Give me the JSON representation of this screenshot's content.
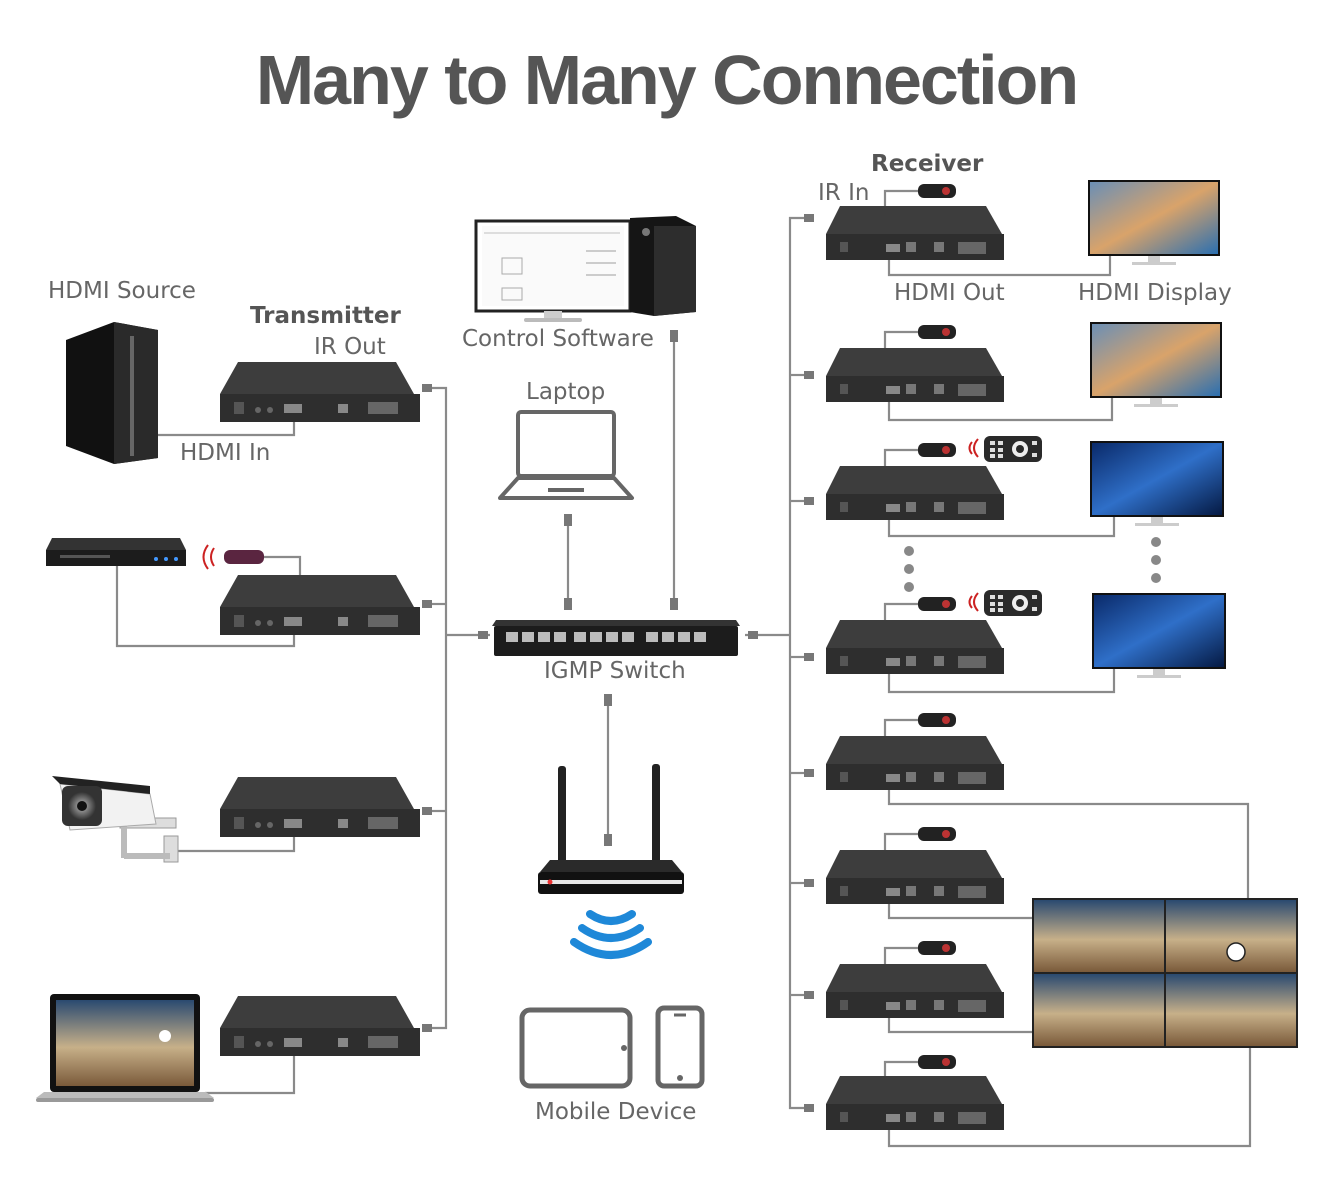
{
  "title": "Many to Many Connection",
  "labels": {
    "hdmi_source": "HDMI Source",
    "transmitter": "Transmitter",
    "ir_out": "IR Out",
    "hdmi_in": "HDMI In",
    "control_software": "Control Software",
    "laptop": "Laptop",
    "igmp_switch": "IGMP Switch",
    "mobile_device": "Mobile Device",
    "receiver": "Receiver",
    "ir_in": "IR In",
    "hdmi_out": "HDMI Out",
    "hdmi_display": "HDMI Display"
  },
  "colors": {
    "title": "#555555",
    "wire": "#8a8a8a",
    "device": "#2e2e2e",
    "wifi": "#1e88d8",
    "ir_signal": "#cc2222"
  },
  "icons": {
    "wifi": "wifi-icon",
    "remote": "remote-control-icon",
    "ir_sensor": "ir-sensor-icon"
  }
}
